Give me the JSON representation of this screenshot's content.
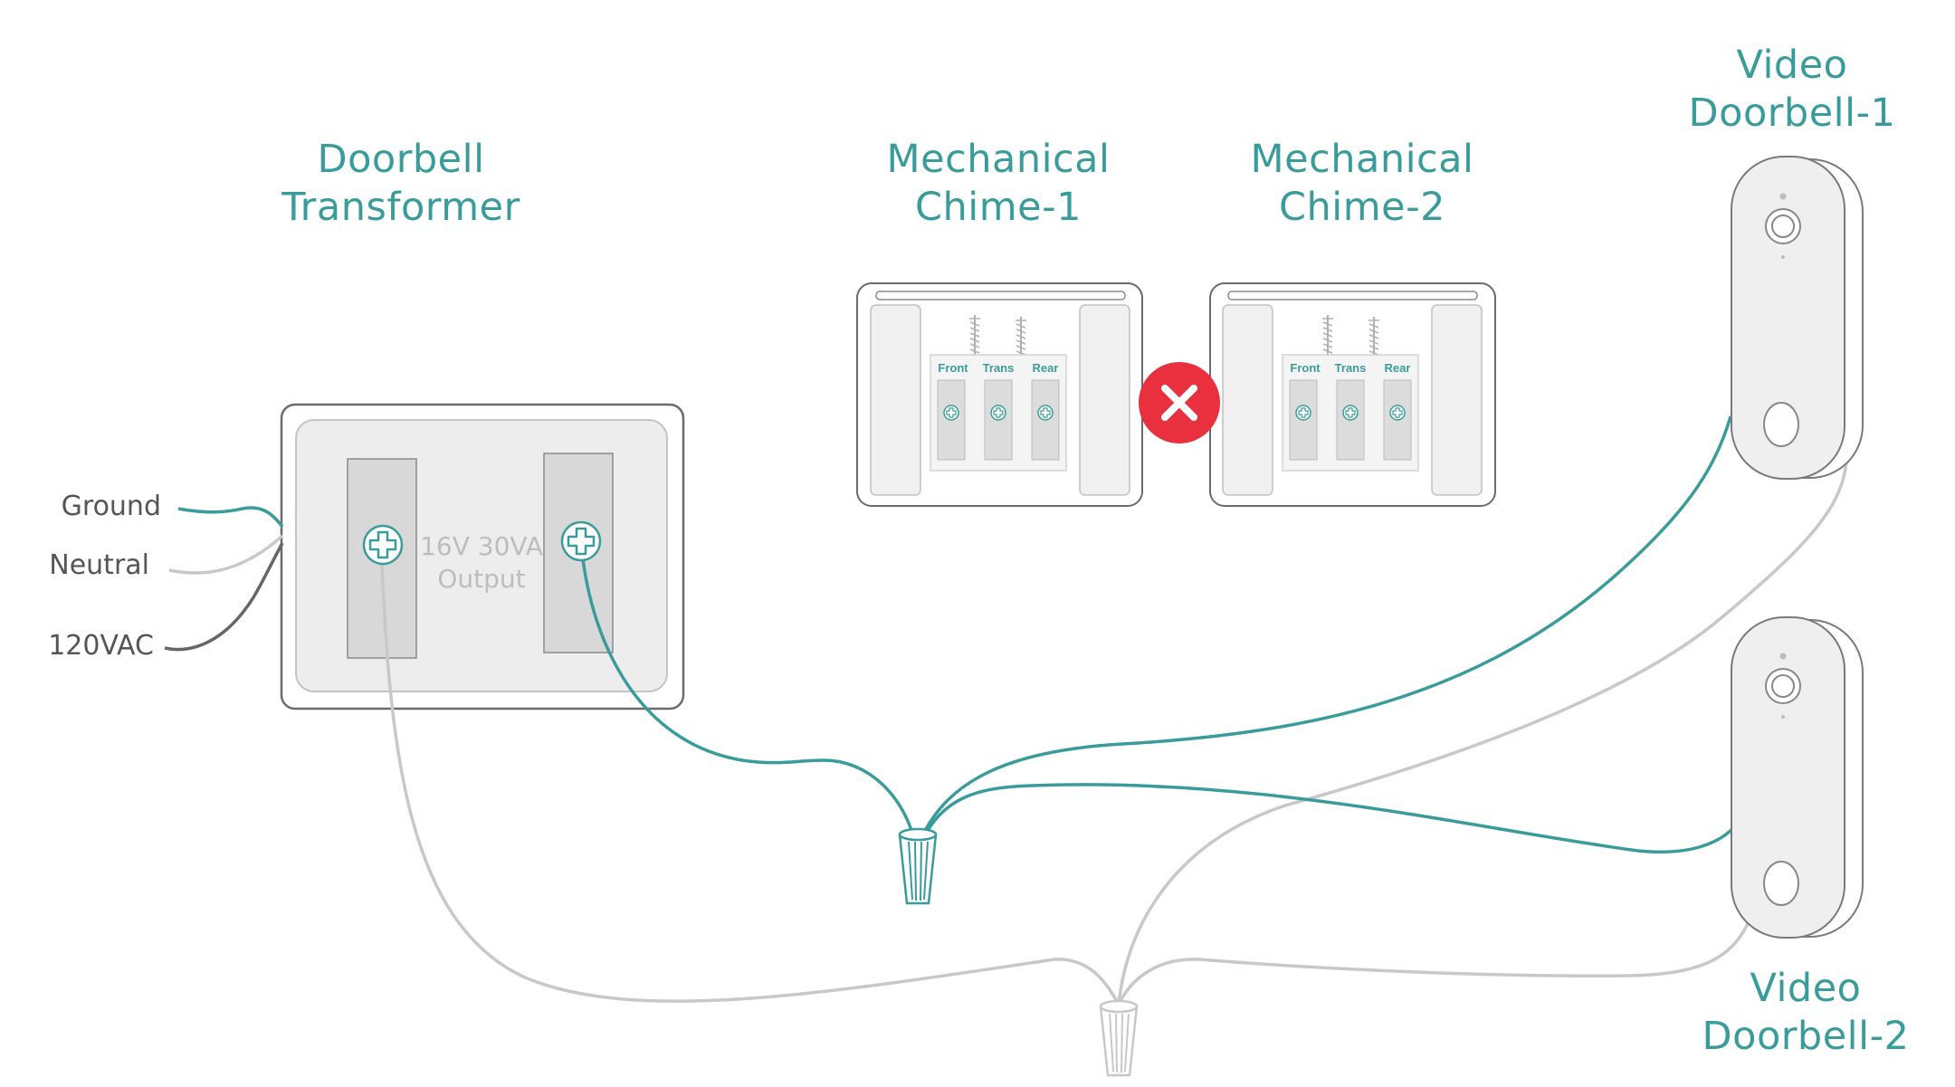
{
  "titles": {
    "transformer": [
      "Doorbell",
      "Transformer"
    ],
    "chime1": [
      "Mechanical",
      "Chime-1"
    ],
    "chime2": [
      "Mechanical",
      "Chime-2"
    ],
    "doorbell1": [
      "Video",
      "Doorbell-1"
    ],
    "doorbell2": [
      "Video",
      "Doorbell-2"
    ]
  },
  "wire_labels": {
    "ground": "Ground",
    "neutral": "Neutral",
    "hot": "120VAC"
  },
  "transformer_output": [
    "16V 30VA",
    "Output"
  ],
  "chime_terminals": [
    "Front",
    "Trans",
    "Rear"
  ],
  "colors": {
    "accent": "#3a9c9a",
    "wire_gray": "#c8c8c8",
    "wire_dark": "#666666",
    "x_badge": "#e8303f"
  },
  "icons": {
    "disconnect": "x-icon",
    "screw": "screw-icon",
    "wire_nut": "wire-nut-icon"
  }
}
